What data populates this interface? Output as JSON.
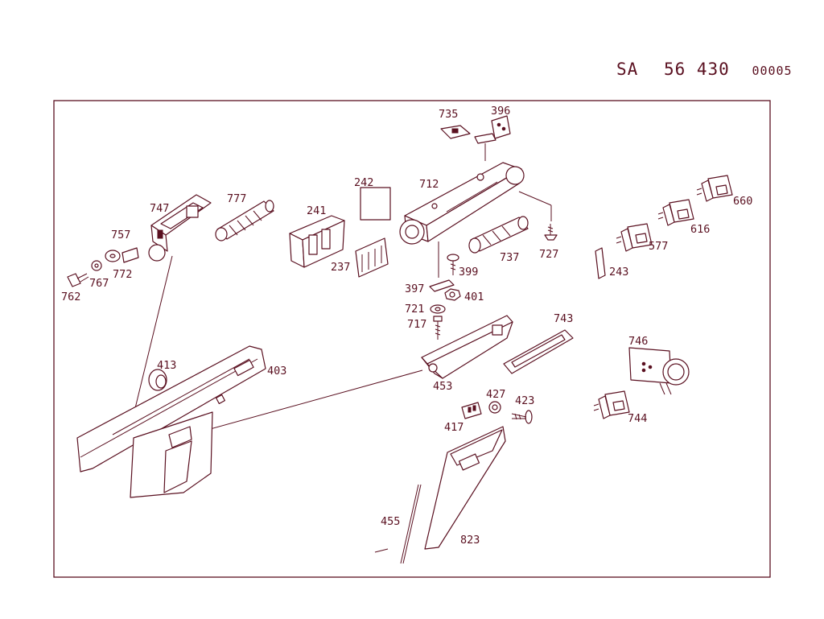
{
  "header": {
    "prefix": "SA",
    "number": "56 430",
    "suffix": "00005"
  },
  "parts": [
    {
      "id": "735",
      "label": "735"
    },
    {
      "id": "396",
      "label": "396"
    },
    {
      "id": "242",
      "label": "242"
    },
    {
      "id": "712",
      "label": "712"
    },
    {
      "id": "747",
      "label": "747"
    },
    {
      "id": "777",
      "label": "777"
    },
    {
      "id": "241",
      "label": "241"
    },
    {
      "id": "660",
      "label": "660"
    },
    {
      "id": "616",
      "label": "616"
    },
    {
      "id": "757",
      "label": "757"
    },
    {
      "id": "772",
      "label": "772"
    },
    {
      "id": "767",
      "label": "767"
    },
    {
      "id": "762",
      "label": "762"
    },
    {
      "id": "237",
      "label": "237"
    },
    {
      "id": "399",
      "label": "399"
    },
    {
      "id": "737",
      "label": "737"
    },
    {
      "id": "727",
      "label": "727"
    },
    {
      "id": "577",
      "label": "577"
    },
    {
      "id": "243",
      "label": "243"
    },
    {
      "id": "397",
      "label": "397"
    },
    {
      "id": "401",
      "label": "401"
    },
    {
      "id": "721",
      "label": "721"
    },
    {
      "id": "717",
      "label": "717"
    },
    {
      "id": "743",
      "label": "743"
    },
    {
      "id": "746",
      "label": "746"
    },
    {
      "id": "413",
      "label": "413"
    },
    {
      "id": "403",
      "label": "403"
    },
    {
      "id": "453",
      "label": "453"
    },
    {
      "id": "427",
      "label": "427"
    },
    {
      "id": "423",
      "label": "423"
    },
    {
      "id": "744",
      "label": "744"
    },
    {
      "id": "417",
      "label": "417"
    },
    {
      "id": "455",
      "label": "455"
    },
    {
      "id": "823",
      "label": "823"
    }
  ]
}
